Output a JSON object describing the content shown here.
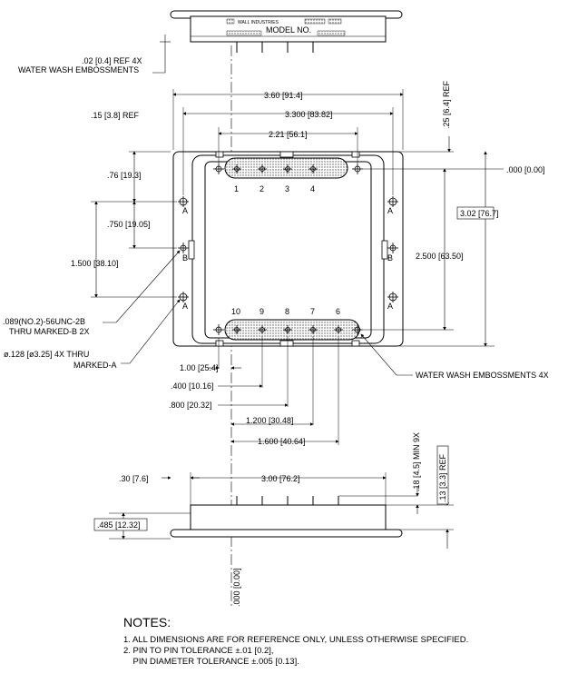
{
  "top_view": {
    "brand": "WALL INDUSTRIES",
    "model": "MODEL NO.",
    "emboss_note_line1": ".02 [0.4] REF 4X",
    "emboss_note_line2": "WATER WASH EMBOSSMENTS"
  },
  "plan_view": {
    "dims": {
      "width_overall": "3.60 [91.4]",
      "ref_left": ".15 [3.8] REF",
      "mount_spacing": "3.300 [83.82]",
      "pin_span": "2.21 [56.1]",
      "ref_top": ".25 [6.4] REF",
      "origin_x": ".000 [0.00]",
      "top_offset": ".76 [19.3]",
      "hole_a_b": ".750 [19.05]",
      "hole_a_a": "1.500 [38.10]",
      "height_overall": "3.02 [76.7]",
      "pin_row_spacing": "2.500 [63.50]",
      "thread_line1": ".089(NO.2)-56UNC-2B",
      "thread_line2": "THRU MARKED-B 2X",
      "hole_line1": "ø.128 [ø3.25] 4X THRU",
      "hole_line2": "MARKED-A",
      "origin_offset": "1.00 [25.4]",
      "pin_400": ".400 [10.16]",
      "pin_800": ".800 [20.32]",
      "pin_1200": "1.200 [30.48]",
      "pin_1600": "1.600 [40.64]",
      "wash_note": "WATER WASH EMBOSSMENTS 4X",
      "origin_y": ".000 [0.00]"
    },
    "pins_top": [
      "1",
      "2",
      "3",
      "4"
    ],
    "pins_bottom": [
      "10",
      "9",
      "8",
      "7",
      "6"
    ],
    "hole_labels": [
      "A",
      "B",
      "A",
      "A",
      "B",
      "A"
    ]
  },
  "side_view": {
    "ref_30": ".30 [7.6]",
    "body_width": "3.00 [76.2]",
    "pin_min": ".18 [4.5] MIN 9X",
    "ref_13": ".13 [3.3] REF",
    "height": ".485 [12.32]"
  },
  "notes": {
    "title": "NOTES:",
    "items": [
      "1. ALL  DIMENSIONS ARE FOR REFERENCE ONLY, UNLESS OTHERWISE SPECIFIED.",
      "2. PIN TO PIN TOLERANCE ±.01 [0.2],",
      "    PIN DIAMETER TOLERANCE ±.005 [0.13]."
    ]
  }
}
